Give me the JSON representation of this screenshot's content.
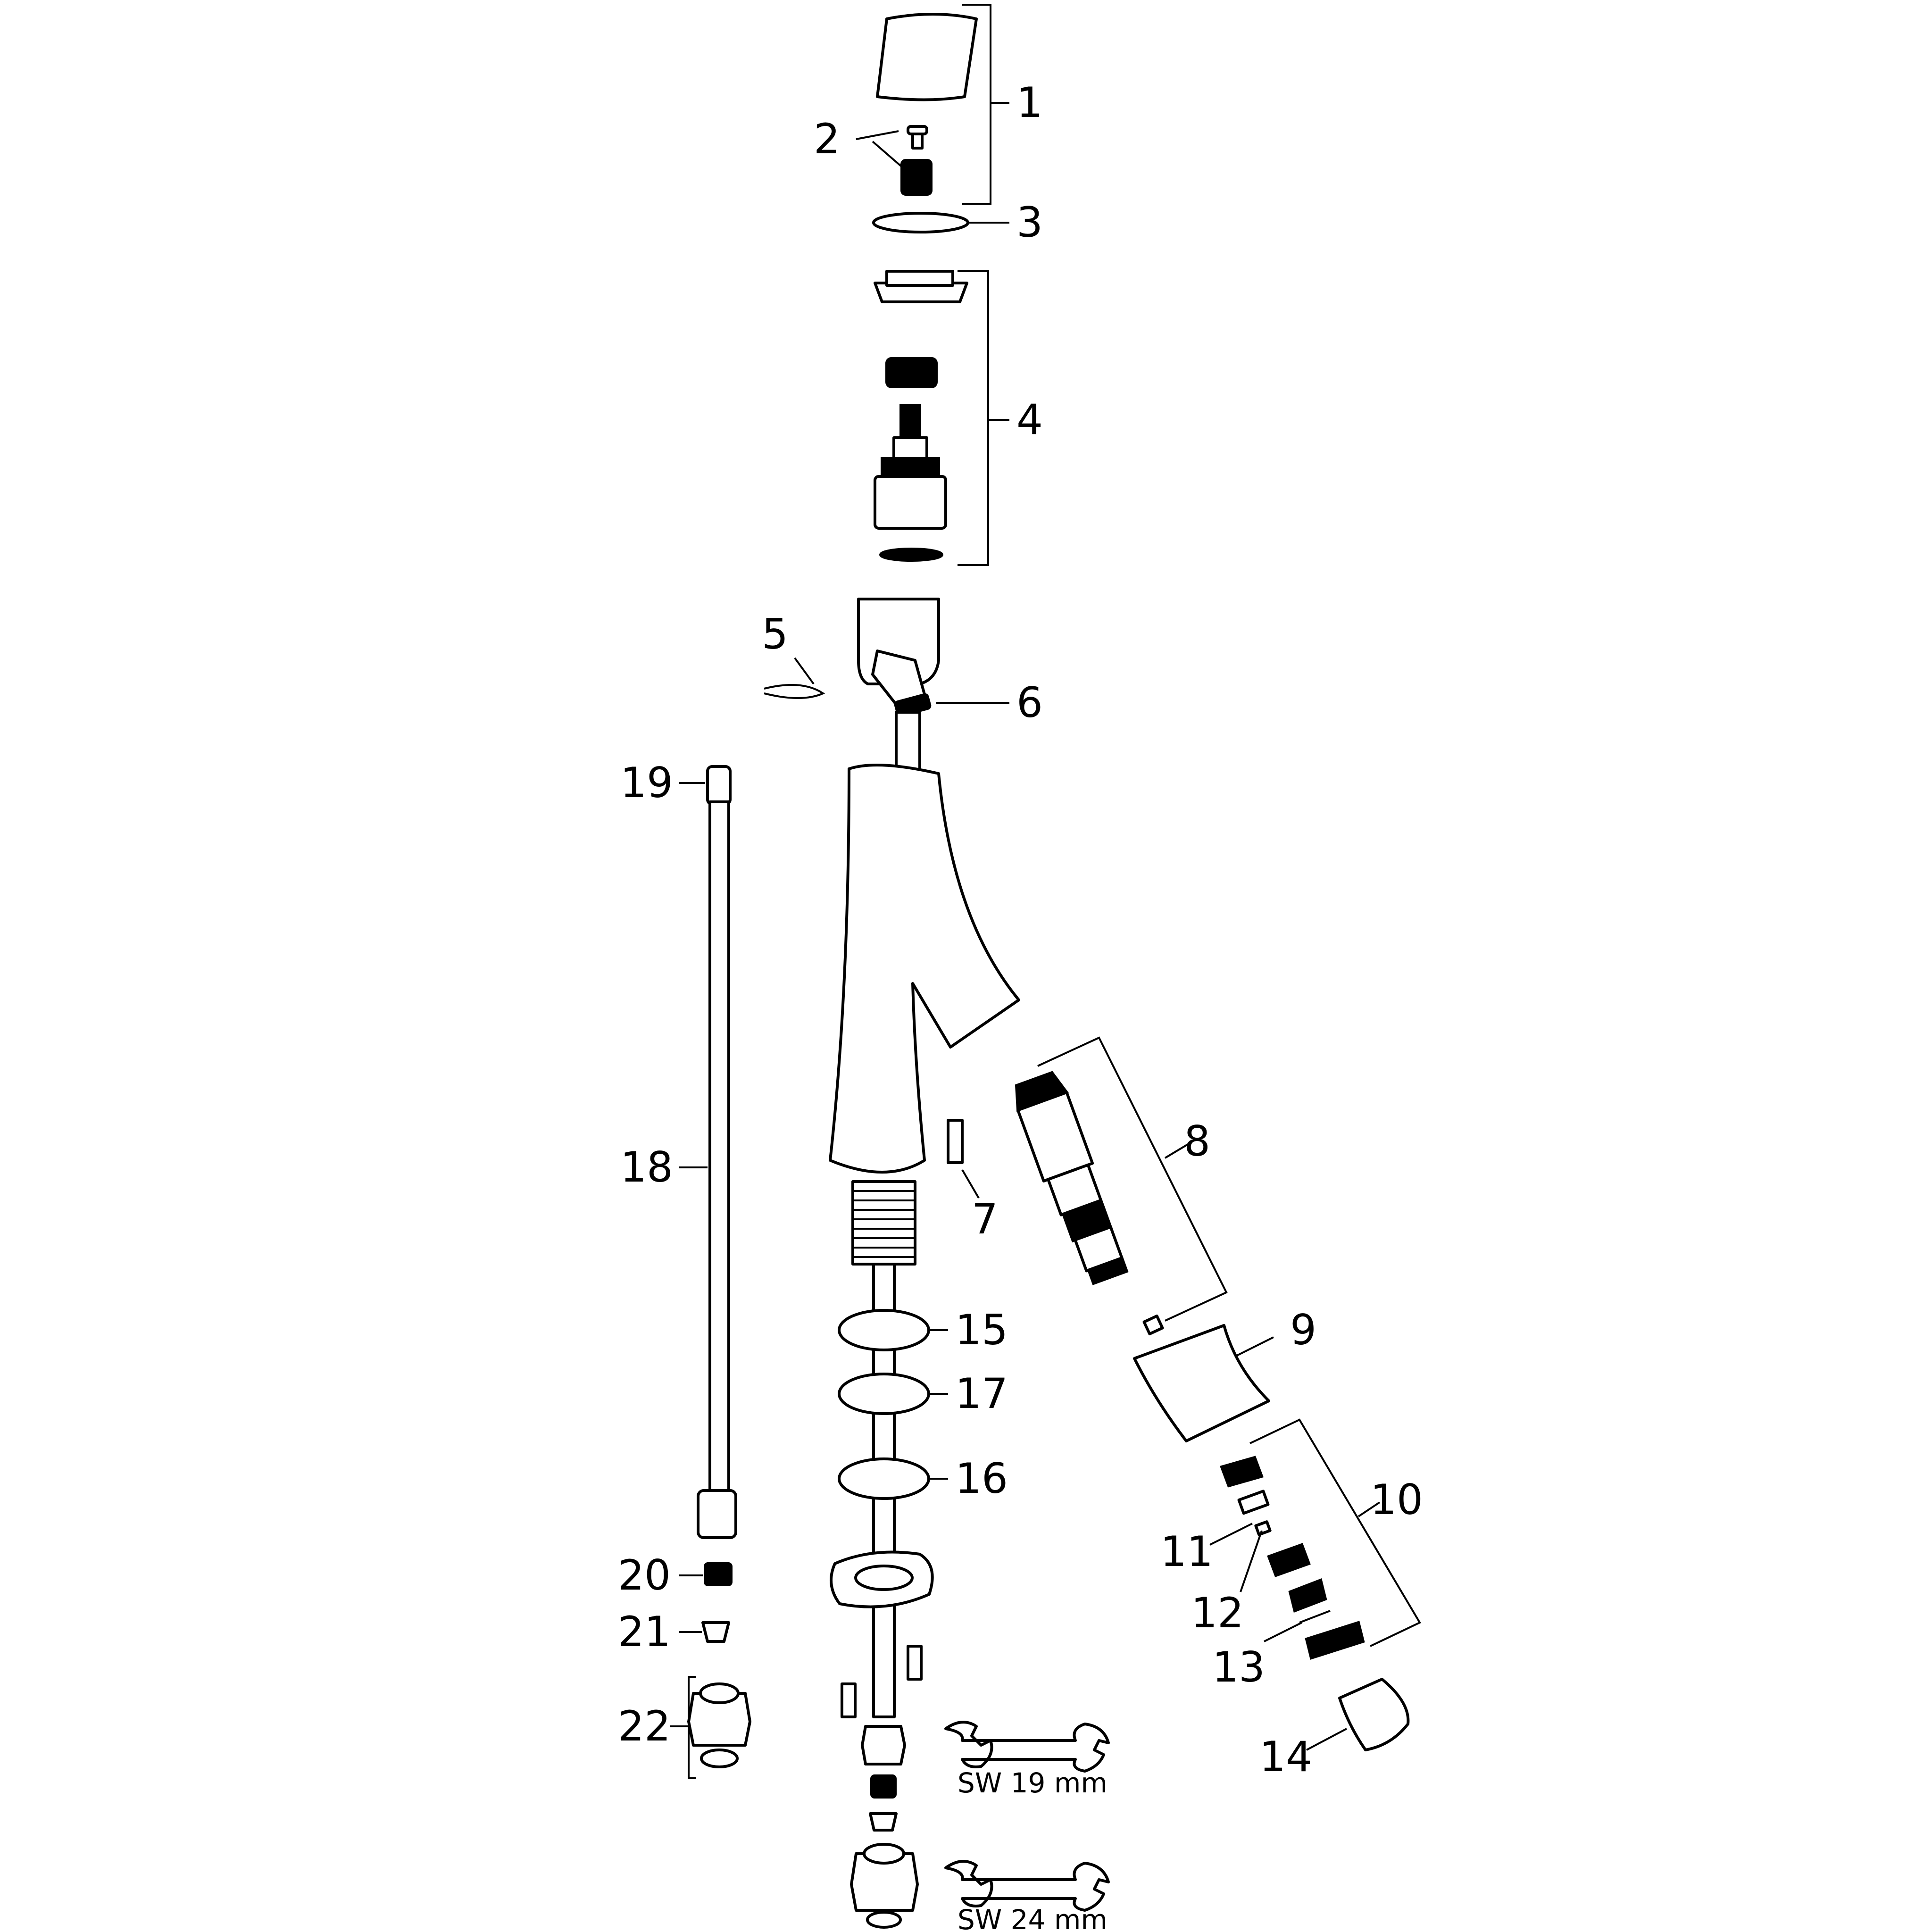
{
  "callouts": [
    "1",
    "2",
    "3",
    "4",
    "5",
    "6",
    "7",
    "8",
    "9",
    "10",
    "11",
    "12",
    "13",
    "14",
    "15",
    "16",
    "17",
    "18",
    "19",
    "20",
    "21",
    "22"
  ],
  "wrenches": {
    "small_label": "SW 19 mm",
    "large_label": "SW 24 mm"
  },
  "colors": {
    "line": "#000000",
    "background": "#ffffff"
  }
}
